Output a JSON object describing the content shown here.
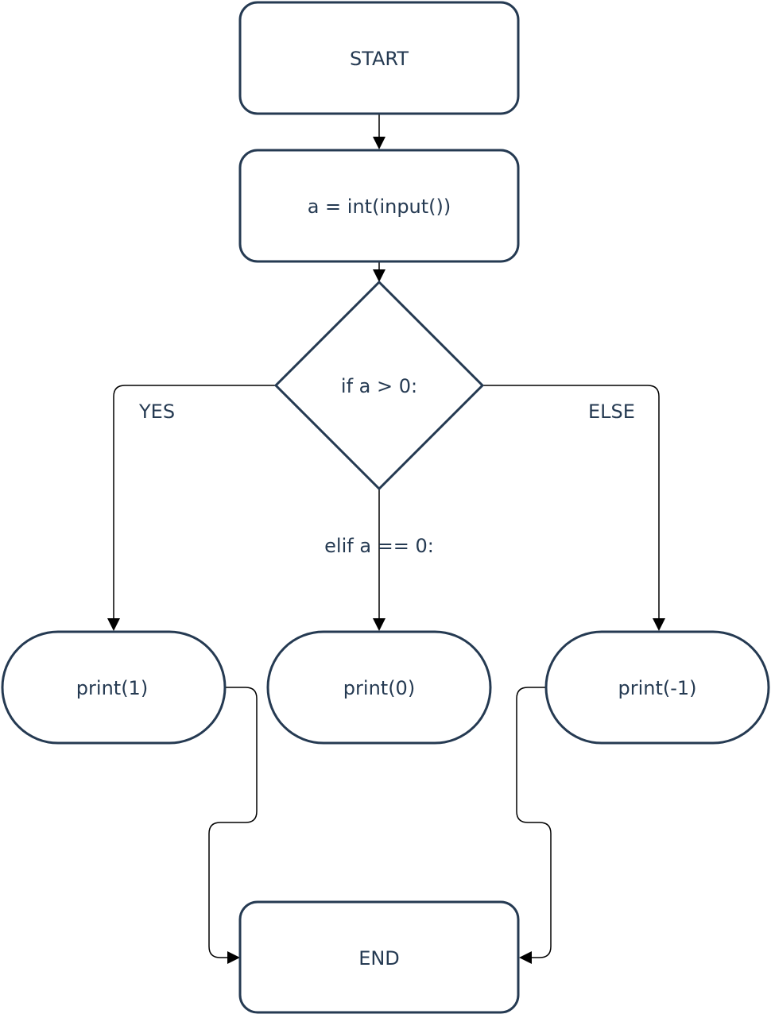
{
  "nodes": {
    "start": "START",
    "input": "a = int(input())",
    "decision": "if a > 0:",
    "print_pos": "print(1)",
    "print_zero": "print(0)",
    "print_neg": "print(-1)",
    "end": "END"
  },
  "edges": {
    "yes_label": "YES",
    "elif_label": "elif a == 0:",
    "else_label": "ELSE"
  },
  "colors": {
    "node_stroke": "#253a52",
    "text": "#253a52",
    "connector": "#000000",
    "background": "#ffffff"
  }
}
